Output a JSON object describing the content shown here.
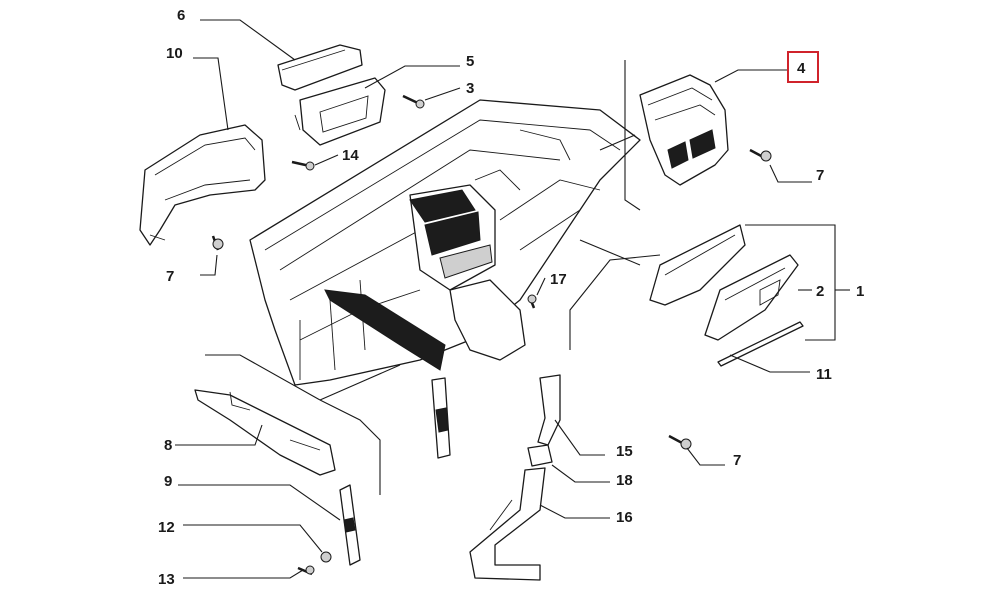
{
  "diagram": {
    "highlight_color": "#d0232b",
    "line_color": "#1a1a1a",
    "callouts": [
      {
        "id": "c6",
        "label": "6"
      },
      {
        "id": "c10",
        "label": "10"
      },
      {
        "id": "c5",
        "label": "5"
      },
      {
        "id": "c3",
        "label": "3"
      },
      {
        "id": "c14",
        "label": "14"
      },
      {
        "id": "c4",
        "label": "4",
        "highlighted": true
      },
      {
        "id": "c7a",
        "label": "7"
      },
      {
        "id": "c7b",
        "label": "7"
      },
      {
        "id": "c17",
        "label": "17"
      },
      {
        "id": "c2",
        "label": "2"
      },
      {
        "id": "c1",
        "label": "1"
      },
      {
        "id": "c11",
        "label": "11"
      },
      {
        "id": "c8",
        "label": "8"
      },
      {
        "id": "c15",
        "label": "15"
      },
      {
        "id": "c7c",
        "label": "7"
      },
      {
        "id": "c9",
        "label": "9"
      },
      {
        "id": "c18",
        "label": "18"
      },
      {
        "id": "c16",
        "label": "16"
      },
      {
        "id": "c12",
        "label": "12"
      },
      {
        "id": "c13",
        "label": "13"
      }
    ]
  }
}
